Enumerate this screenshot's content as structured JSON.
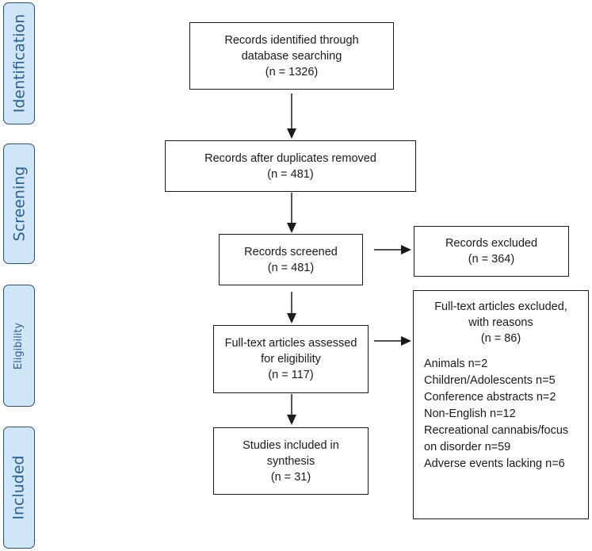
{
  "phases": {
    "identification": "Identification",
    "screening": "Screening",
    "eligibility": "Eligibility",
    "included": "Included"
  },
  "boxes": {
    "identified": {
      "lines": [
        "Records identified through",
        "database searching",
        "(n = 1326)"
      ]
    },
    "after_duplicates": {
      "lines": [
        "Records after duplicates removed",
        "(n = 481)"
      ]
    },
    "screened": {
      "lines": [
        "Records screened",
        "(n = 481)"
      ]
    },
    "excluded": {
      "lines": [
        "Records excluded",
        "(n = 364)"
      ]
    },
    "fulltext_assessed": {
      "lines": [
        "Full-text articles assessed",
        "for eligibility",
        "(n = 117)"
      ]
    },
    "studies_included": {
      "lines": [
        "Studies included in",
        "synthesis",
        "(n = 31)"
      ]
    },
    "fulltext_excluded": {
      "header": [
        "Full-text articles excluded,",
        "with reasons",
        "(n = 86)"
      ],
      "reasons": [
        "Animals n=2",
        "Children/Adolescents n=5",
        "Conference abstracts n=2",
        "Non-English n=12",
        "Recreational cannabis/focus",
        "on disorder n=59",
        "Adverse events lacking n=6"
      ]
    }
  },
  "colors": {
    "phase_fill": "#cfe6f7",
    "phase_border": "#2f4e6e",
    "phase_text": "#2e5f91",
    "box_border": "#1a1a1a"
  }
}
